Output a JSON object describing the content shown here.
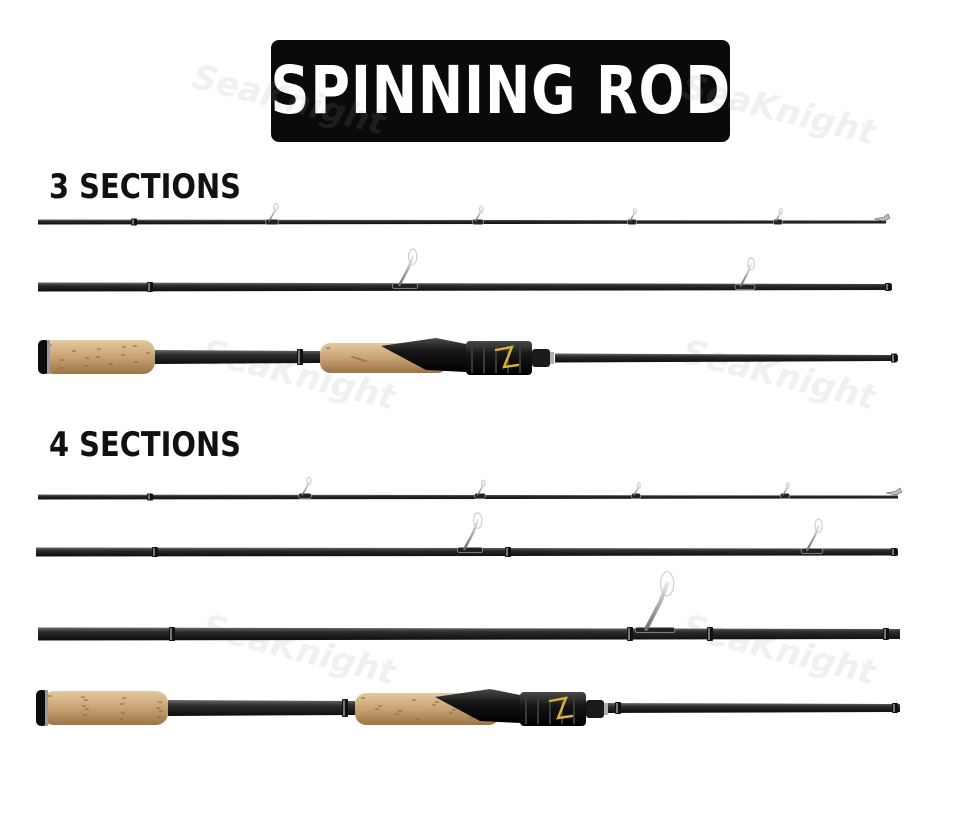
{
  "title": "SPINNING ROD",
  "watermark": "SeaKnight",
  "sections": [
    {
      "label": "3 SECTIONS",
      "pieces": 3
    },
    {
      "label": "4 SECTIONS",
      "pieces": 4
    }
  ],
  "colors": {
    "title_bg": "#0a0a0a",
    "title_text": "#ffffff",
    "label_text": "#111111",
    "blank": "#2b2b2b",
    "cork": "#c8a273",
    "reel_seat": "#151515",
    "accent": "#d8b23a",
    "guide_metal": "#a9a9a9"
  }
}
